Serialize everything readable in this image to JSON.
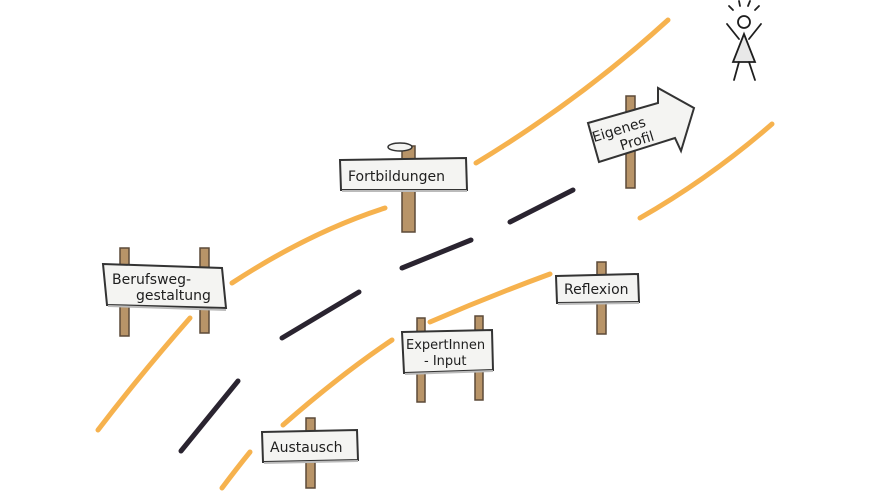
{
  "colors": {
    "road_edge": "#f6b24e",
    "center_line": "#2a2430",
    "post": "#b89468",
    "post_outline": "#5c4a38",
    "board_fill": "#f4f4f2",
    "board_outline": "#333333",
    "ink": "#1e1e1e"
  },
  "signs": {
    "berufsweg_line1": "Berufsweg-",
    "berufsweg_line2": "gestaltung",
    "fortbildungen": "Fortbildungen",
    "eigenes_line1": "Eigenes",
    "eigenes_line2": "Profil",
    "expertinnen_line1": "ExpertInnen",
    "expertinnen_line2": "- Input",
    "reflexion": "Reflexion",
    "austausch": "Austausch"
  },
  "icons": {
    "person": "person-cheering-icon",
    "sun_rays": "sun-rays-icon"
  }
}
